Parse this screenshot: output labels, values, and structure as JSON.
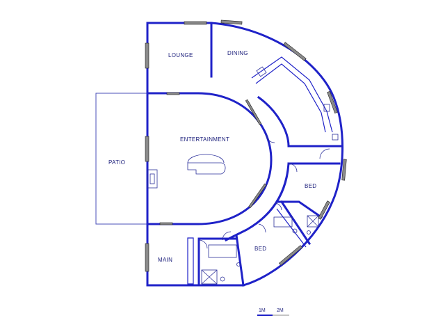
{
  "rooms": {
    "lounge": "LOUNGE",
    "dining": "DINING",
    "entertainment": "ENTERTAINMENT",
    "patio": "PATIO",
    "bed_east": "BED",
    "bed_south": "BED",
    "main": "MAIN"
  },
  "scale": {
    "label_1": "1M",
    "label_2": "2M"
  },
  "colors": {
    "wall": "#1f22c8",
    "window": "#8a8a8a",
    "label": "#1a1d7a"
  }
}
